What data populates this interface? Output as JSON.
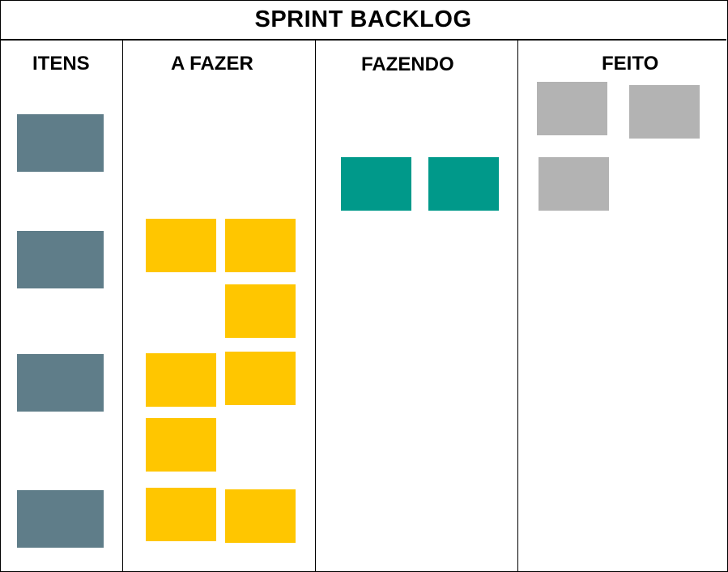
{
  "title": "SPRINT BACKLOG",
  "columns": [
    {
      "id": "itens",
      "label": "ITENS",
      "card_color": "#5f7d89"
    },
    {
      "id": "a-fazer",
      "label": "A FAZER",
      "card_color": "#ffc600"
    },
    {
      "id": "fazendo",
      "label": "FAZENDO",
      "card_color": "#00998a"
    },
    {
      "id": "feito",
      "label": "FEITO",
      "card_color": "#b3b3b3"
    }
  ],
  "colors": {
    "border": "#000000",
    "background": "#ffffff"
  }
}
